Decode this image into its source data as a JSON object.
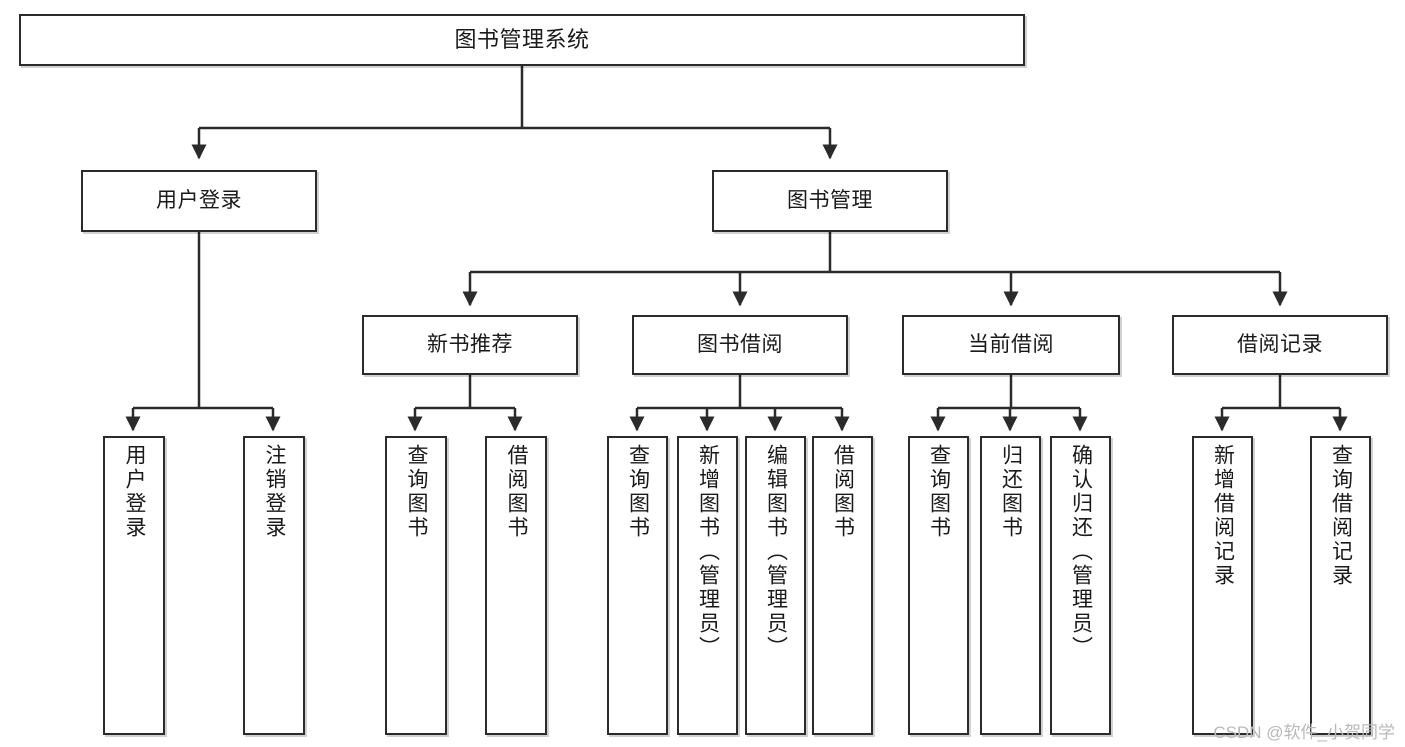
{
  "diagram": {
    "title": "图书管理系统",
    "type": "tree-hierarchy-chart",
    "root": {
      "label": "图书管理系统"
    },
    "level2": [
      {
        "label": "用户登录"
      },
      {
        "label": "图书管理"
      }
    ],
    "level3": [
      {
        "label": "新书推荐"
      },
      {
        "label": "图书借阅"
      },
      {
        "label": "当前借阅"
      },
      {
        "label": "借阅记录"
      }
    ],
    "leaves": {
      "user_login": [
        {
          "label": "用户登录"
        },
        {
          "label": "注销登录"
        }
      ],
      "new_book_recommend": [
        {
          "label": "查询图书"
        },
        {
          "label": "借阅图书"
        }
      ],
      "book_borrow": [
        {
          "label": "查询图书"
        },
        {
          "label": "新增图书（管理员）"
        },
        {
          "label": "编辑图书（管理员）"
        },
        {
          "label": "借阅图书"
        }
      ],
      "current_borrow": [
        {
          "label": "查询图书"
        },
        {
          "label": "归还图书"
        },
        {
          "label": "确认归还（管理员）"
        }
      ],
      "borrow_record": [
        {
          "label": "新增借阅记录"
        },
        {
          "label": "查询借阅记录"
        }
      ]
    }
  },
  "watermark": {
    "text": "CSDN @软件_小贺同学"
  },
  "colors": {
    "border": "#2b2b2b",
    "background": "#ffffff",
    "text": "#1a1a1a",
    "watermark": "#b9b9b9"
  }
}
